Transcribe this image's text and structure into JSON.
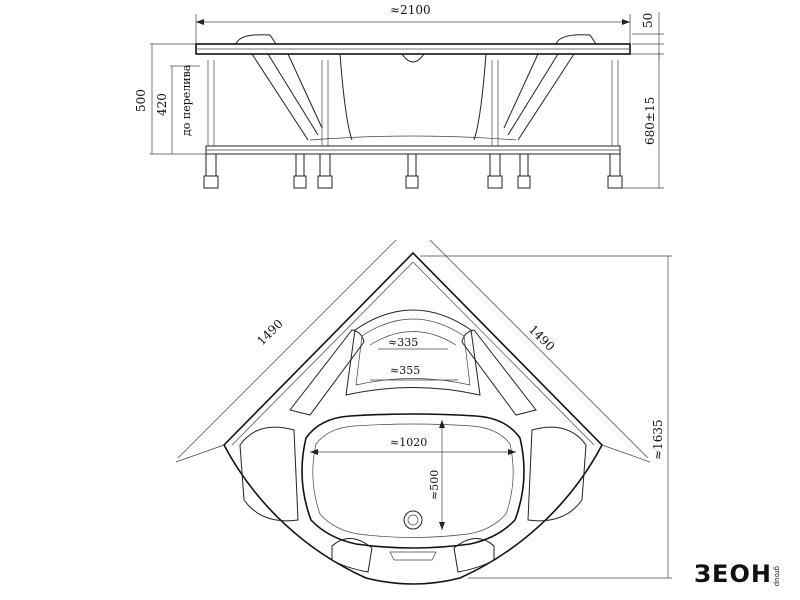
{
  "drawing": {
    "side_view": {
      "width_label": "≈2100",
      "top_label": "50",
      "height_500": "500",
      "height_420": "420",
      "overflow_label": "до перелива",
      "leg_label": "680±15"
    },
    "plan_view": {
      "side_left": "1490",
      "side_right": "1490",
      "diag_label": "≈1635",
      "headrest_335": "≈335",
      "headrest_355": "≈355",
      "inner_width": "≈1020",
      "inner_depth": "≈500"
    }
  },
  "brand": {
    "logo_text": "ЗЕОН",
    "logo_sub": "group"
  }
}
